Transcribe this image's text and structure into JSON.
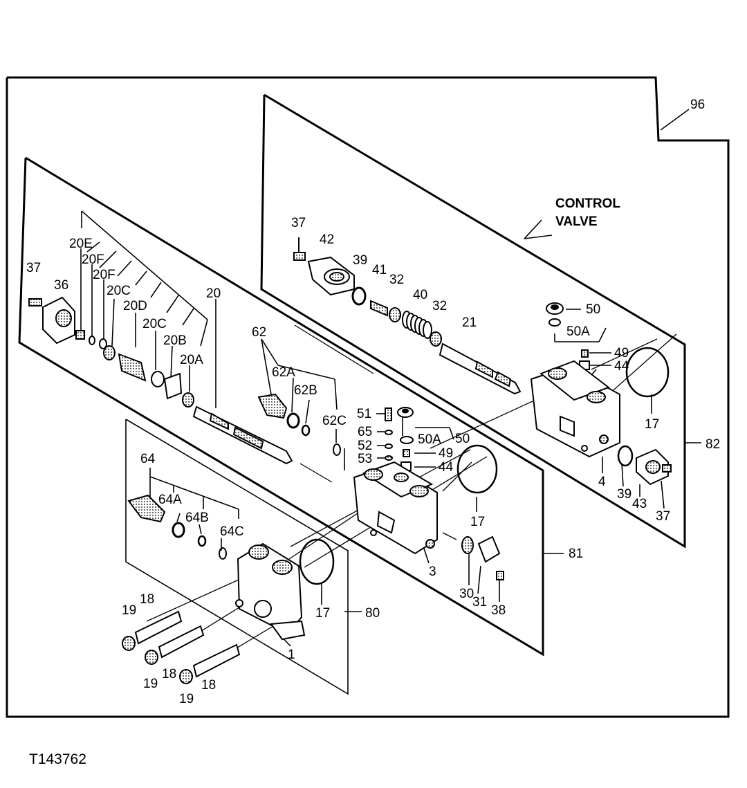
{
  "figure_id": "T143762",
  "callout": {
    "line1": "CONTROL",
    "line2": "VALVE"
  },
  "labels": {
    "l96": "96",
    "l82": "82",
    "l81": "81",
    "l80": "80",
    "l37a": "37",
    "l36": "36",
    "l20E": "20E",
    "l20F1": "20F",
    "l20F2": "20F",
    "l20C1": "20C",
    "l20D": "20D",
    "l20C2": "20C",
    "l20B": "20B",
    "l20A": "20A",
    "l20": "20",
    "l37b": "37",
    "l42": "42",
    "l39a": "39",
    "l41": "41",
    "l32a": "32",
    "l40": "40",
    "l32b": "32",
    "l21": "21",
    "l50a": "50",
    "l50Aa": "50A",
    "l49a": "49",
    "l44a": "44",
    "l17a": "17",
    "l4": "4",
    "l39b": "39",
    "l43": "43",
    "l37c": "37",
    "l62": "62",
    "l62A": "62A",
    "l62B": "62B",
    "l62C": "62C",
    "l51": "51",
    "l65": "65",
    "l52": "52",
    "l53": "53",
    "l50Ab": "50A",
    "l50b": "50",
    "l49b": "49",
    "l44b": "44",
    "l17b": "17",
    "l3": "3",
    "l30": "30",
    "l31": "31",
    "l38": "38",
    "l64": "64",
    "l64A": "64A",
    "l64B": "64B",
    "l64C": "64C",
    "l17c": "17",
    "l1": "1",
    "l19a": "19",
    "l18a": "18",
    "l19b": "19",
    "l18b": "18",
    "l19c": "19",
    "l18c": "18"
  }
}
